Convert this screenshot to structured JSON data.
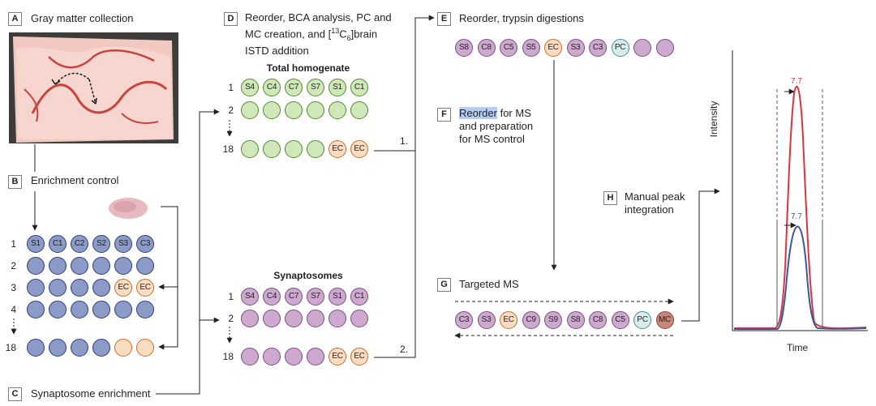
{
  "panels": {
    "A": {
      "letter": "A",
      "title": "Gray matter collection"
    },
    "B": {
      "letter": "B",
      "title": "Enrichment control"
    },
    "C": {
      "letter": "C",
      "title": "Synaptosome enrichment"
    },
    "D": {
      "letter": "D",
      "title_line1": "Reorder, BCA analysis, PC and",
      "title_line2": "MC creation, and [",
      "title_sup": "13",
      "title_mid": "C",
      "title_sub": "6",
      "title_end": "]brain",
      "title_line3": "ISTD addition"
    },
    "E": {
      "letter": "E",
      "title": "Reorder, trypsin digestions"
    },
    "F": {
      "letter": "F",
      "title_hl": "Reorder",
      "title_rest": " for MS",
      "line2": "and preparation",
      "line3": "for MS control"
    },
    "G": {
      "letter": "G",
      "title": "Targeted MS"
    },
    "H": {
      "letter": "H",
      "line1": "Manual peak",
      "line2": "integration"
    }
  },
  "plate_b": {
    "row_labels": [
      "1",
      "2",
      "3",
      "4",
      "18"
    ],
    "row1": [
      "S1",
      "C1",
      "C2",
      "S2",
      "S3",
      "C3"
    ],
    "row3_ec": [
      "EC",
      "EC"
    ]
  },
  "total_homogenate": {
    "title": "Total homogenate",
    "row_labels": [
      "1",
      "2",
      "18"
    ],
    "row1": [
      "S4",
      "C4",
      "C7",
      "S7",
      "S1",
      "C1"
    ],
    "row18_ec": [
      "EC",
      "EC"
    ],
    "arrow_label": "1."
  },
  "synaptosomes": {
    "title": "Synaptosomes",
    "row_labels": [
      "1",
      "2",
      "18"
    ],
    "row1": [
      "S4",
      "C4",
      "C7",
      "S7",
      "S1",
      "C1"
    ],
    "row18_ec": [
      "EC",
      "EC"
    ],
    "arrow_label": "2."
  },
  "digestion_row": [
    "S8",
    "C8",
    "C5",
    "S5",
    "EC",
    "S3",
    "C3",
    "PC",
    "",
    ""
  ],
  "ms_row": [
    "C3",
    "S3",
    "EC",
    "C9",
    "S9",
    "S8",
    "C8",
    "C5",
    "PC",
    "MC"
  ],
  "peak_chart": {
    "xlabel": "Time",
    "ylabel": "Intensity",
    "red_label": "7.7",
    "blue_label": "7.7",
    "red_color": "#d6363f",
    "blue_color": "#3c5a98"
  },
  "colors": {
    "sample_blue": "#8b9ac7",
    "total_green": "#d0e7ba",
    "synapt_purple": "#cda9cf",
    "ec_orange": "#fbdcc0",
    "pc_teal": "#d9ecec",
    "mc_brown": "#c8867a"
  }
}
